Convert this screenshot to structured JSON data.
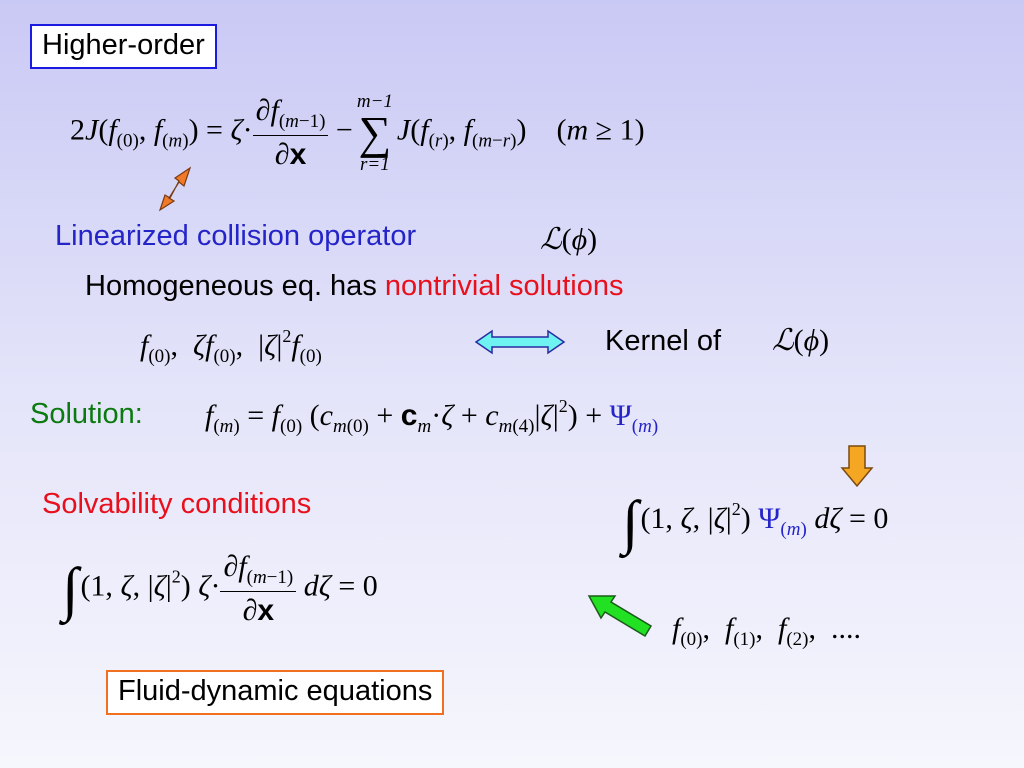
{
  "title": "Higher-order",
  "labels": {
    "linearized": "Linearized collision operator",
    "homogeneous_prefix": "Homogeneous eq. has ",
    "homogeneous_highlight": "nontrivial solutions",
    "kernel_of": "Kernel of",
    "solution": "Solution:",
    "solvability": "Solvability conditions",
    "fluid_dynamic": "Fluid-dynamic equations"
  },
  "math": {
    "ellipsis": "...."
  },
  "colors": {
    "title_border": "#1a1ae0",
    "footer_border": "#f07020",
    "blue_text": "#2424c8",
    "red_text": "#e8101c",
    "green_text": "#0c7a10",
    "arrow_orange_double": "#f07a28",
    "arrow_cyan_double": "#6ef2f2",
    "arrow_down_orange": "#f5a623",
    "arrow_green": "#22e022"
  },
  "icons": [
    "double-arrow-orange-icon",
    "double-arrow-cyan-icon",
    "down-arrow-orange-icon",
    "left-arrow-green-icon"
  ]
}
